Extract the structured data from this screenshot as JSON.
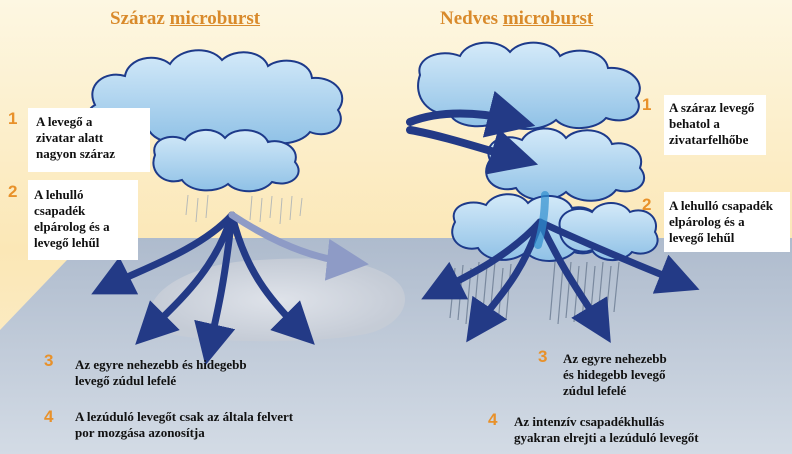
{
  "colors": {
    "background_top": "#fdf6df",
    "background_mid": "#fbe9bb",
    "ground": "#b9c4d3",
    "cloud": "#bcdcf2",
    "cloud_outline": "#1d3a8a",
    "arrow": "#233a86",
    "label_number": "#e8912a",
    "title": "#d98a2b"
  },
  "dry": {
    "title_prefix": "Száraz ",
    "title_keyword": "microburst",
    "steps": [
      {
        "number": "1",
        "text": "A levegő a\nzivatar alatt\nnagyon száraz"
      },
      {
        "number": "2",
        "text": "A lehulló\ncsapadék\nelpárolog és a\nlevegő lehűl"
      },
      {
        "number": "3",
        "text": "Az egyre nehezebb és hidegebb\nlevegő zúdul lefelé"
      },
      {
        "number": "4",
        "text": "A lezúduló levegőt csak az általa felvert\npor mozgása azonosítja"
      }
    ]
  },
  "wet": {
    "title_prefix": "Nedves ",
    "title_keyword": "microburst",
    "steps": [
      {
        "number": "1",
        "text": "A száraz levegő\nbehatol a\nzivatarfelhőbe"
      },
      {
        "number": "2",
        "text": "A lehulló csapadék\nelpárolog és a\nlevegő lehűl"
      },
      {
        "number": "3",
        "text": "Az egyre nehezebb\nés hidegebb levegő\nzúdul lefelé"
      },
      {
        "number": "4",
        "text": "Az intenzív csapadékhullás\ngyakran elrejti a lezúduló levegőt"
      }
    ]
  }
}
